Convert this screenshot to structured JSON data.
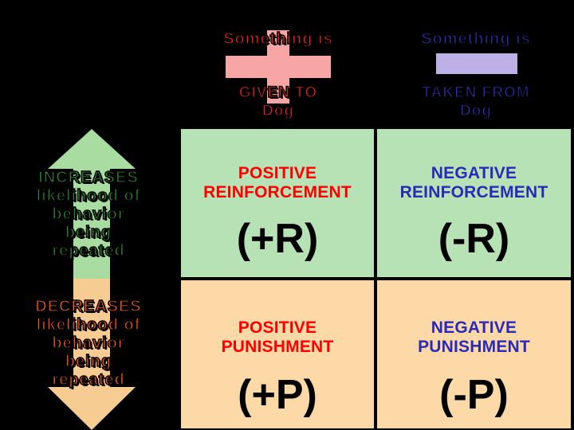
{
  "header": {
    "given": {
      "title": "Something is",
      "sub1": "GIVEN TO",
      "sub2": "Dog",
      "icon": "plus-icon"
    },
    "taken": {
      "title": "Something is",
      "sub1": "TAKEN FROM",
      "sub2": "Dog",
      "icon": "minus-icon"
    }
  },
  "rows": {
    "increases": {
      "l1": "INCREASES",
      "l2": "likelihood of",
      "l3": "behavior",
      "l4": "being",
      "l5": "repeated",
      "icon": "up-arrow-icon"
    },
    "decreases": {
      "l1": "DECREASES",
      "l2": "likelihood of",
      "l3": "behavior",
      "l4": "being",
      "l5": "repeated",
      "icon": "down-arrow-icon"
    }
  },
  "cells": {
    "pos_reinf": {
      "type": "POSITIVE",
      "name": "REINFORCEMENT",
      "symbol": "(+R)"
    },
    "neg_reinf": {
      "type": "NEGATIVE",
      "name": "REINFORCEMENT",
      "symbol": "(-R)"
    },
    "pos_pun": {
      "type": "POSITIVE",
      "name": "PUNISHMENT",
      "symbol": "(+P)"
    },
    "neg_pun": {
      "type": "NEGATIVE",
      "name": "PUNISHMENT",
      "symbol": "(-P)"
    }
  },
  "colors": {
    "background": "#000000",
    "positive_red": "#ff0000",
    "negative_blue": "#2a2ab8",
    "increase_green": "#2e8b2e",
    "decrease_orange": "#ff5a14",
    "reinforcement_fill": "#b7e2b5",
    "punishment_fill": "#fcd9a6",
    "plus_pink": "#f7a5a5",
    "minus_lavender": "#bdb0e6",
    "up_arrow": "#a8dca0",
    "down_arrow": "#f7cc93"
  }
}
